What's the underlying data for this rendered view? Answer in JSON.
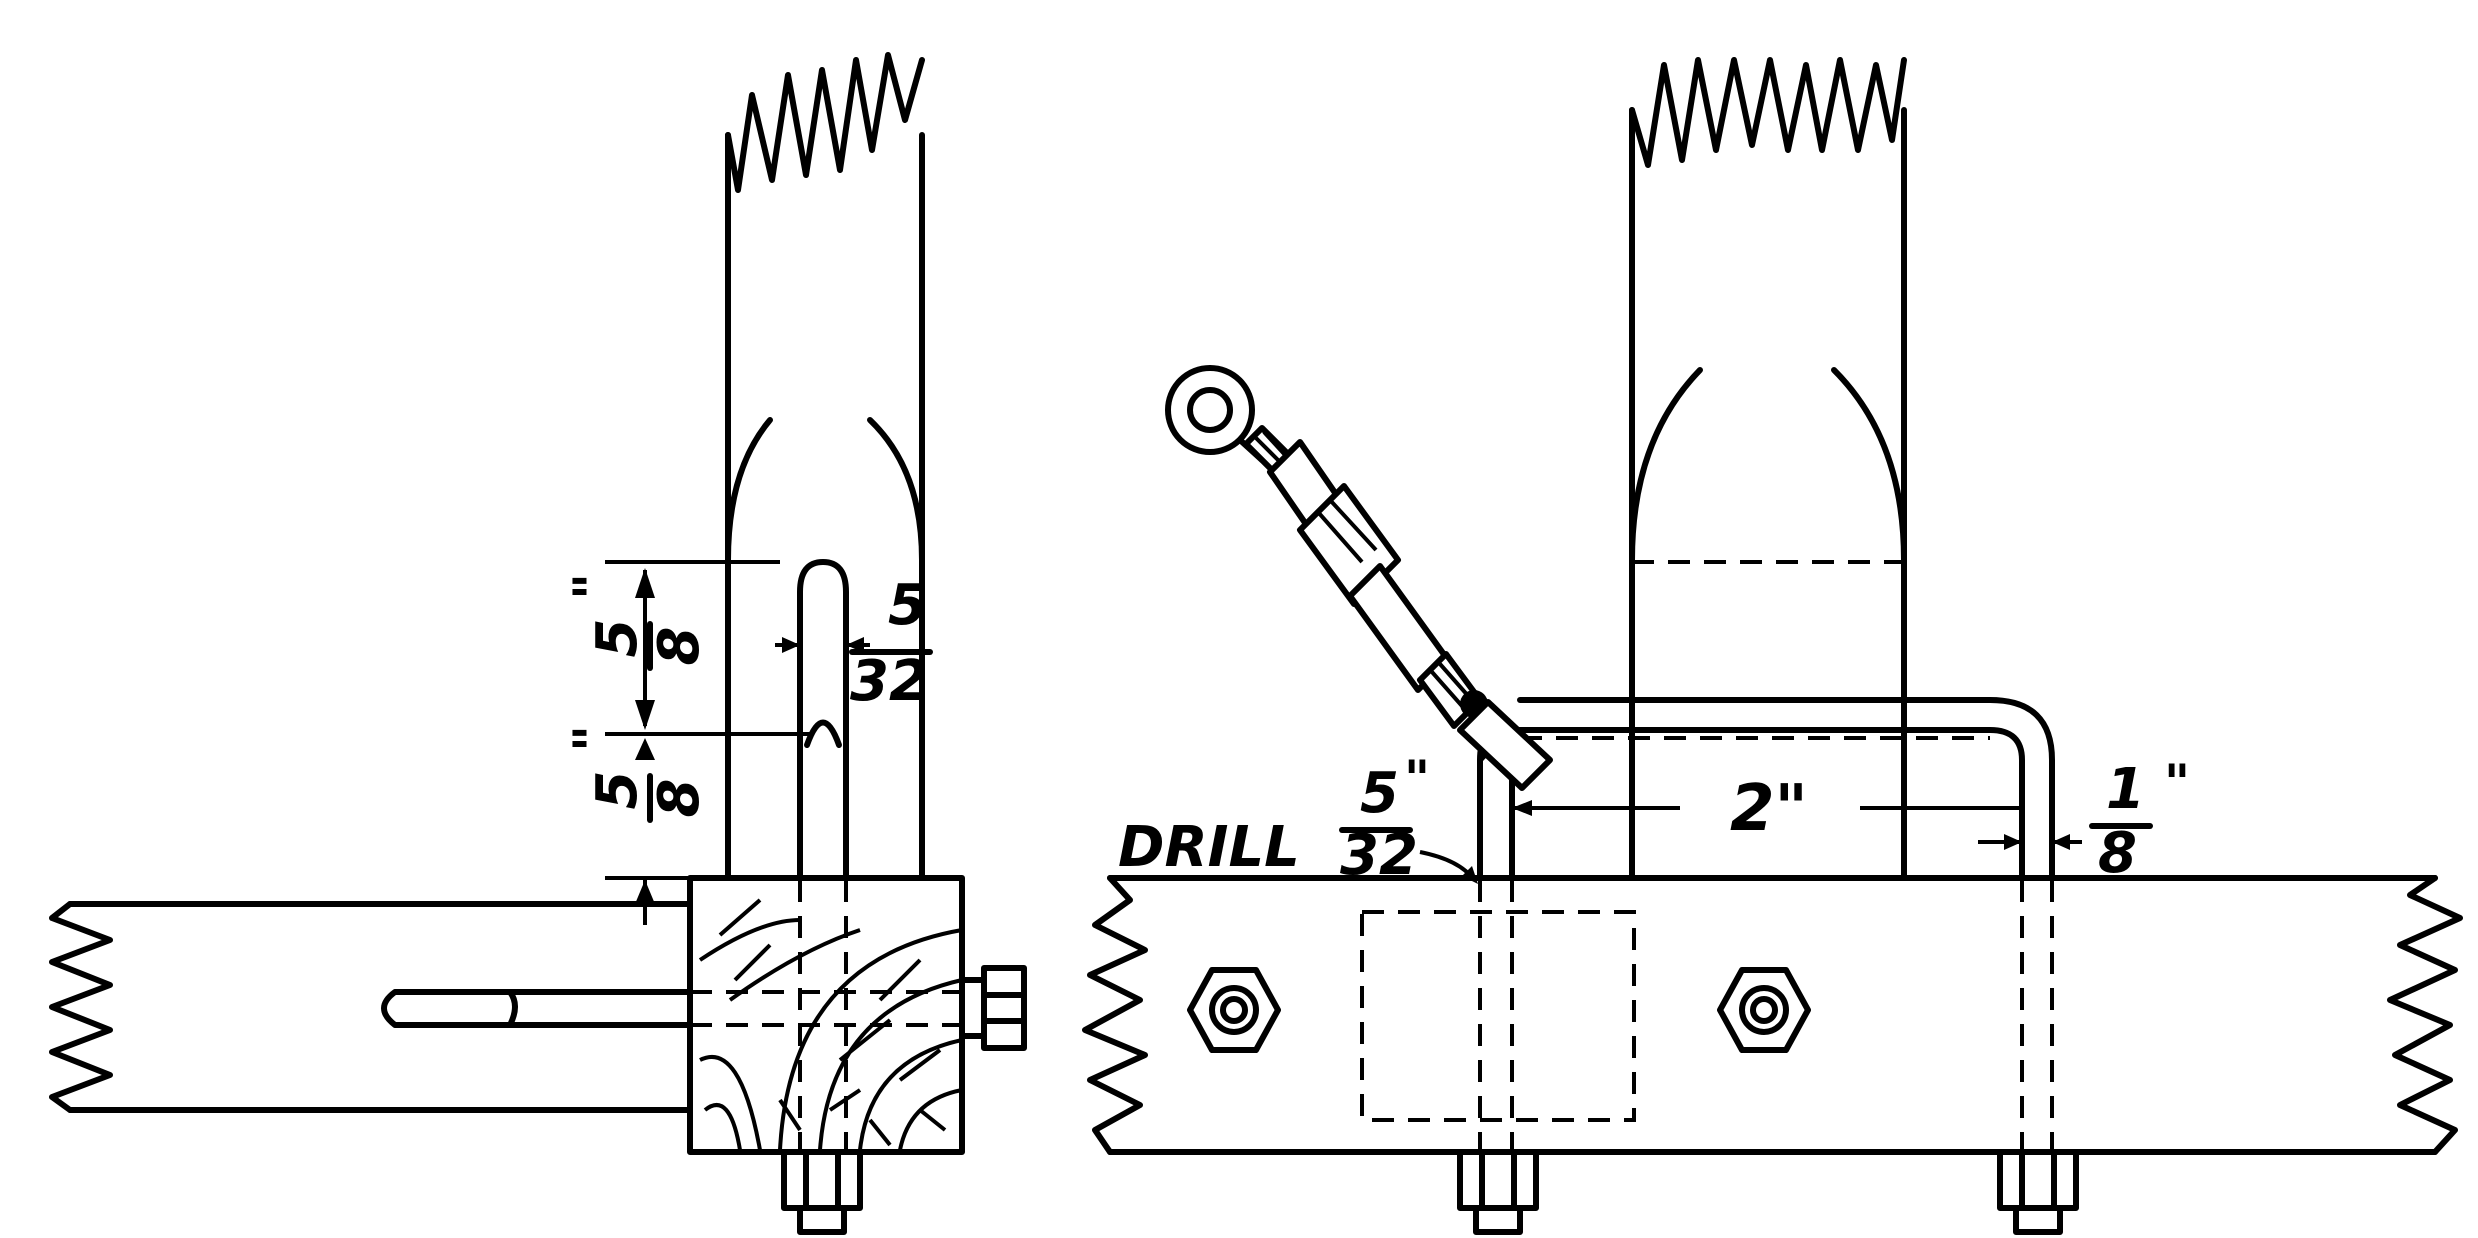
{
  "side_view": {
    "dim_upper_num": "5",
    "dim_upper_den": "8",
    "dim_upper_unit": "\"",
    "dim_lower_num": "5",
    "dim_lower_den": "8",
    "dim_lower_unit": "\"",
    "dim_slot_num": "5",
    "dim_slot_den": "32"
  },
  "front_view": {
    "drill_label": "DRILL",
    "drill_num": "5",
    "drill_den": "32",
    "drill_unit": "\"",
    "span_label": "2\"",
    "gap_num": "1",
    "gap_den": "8",
    "gap_unit": "\""
  }
}
